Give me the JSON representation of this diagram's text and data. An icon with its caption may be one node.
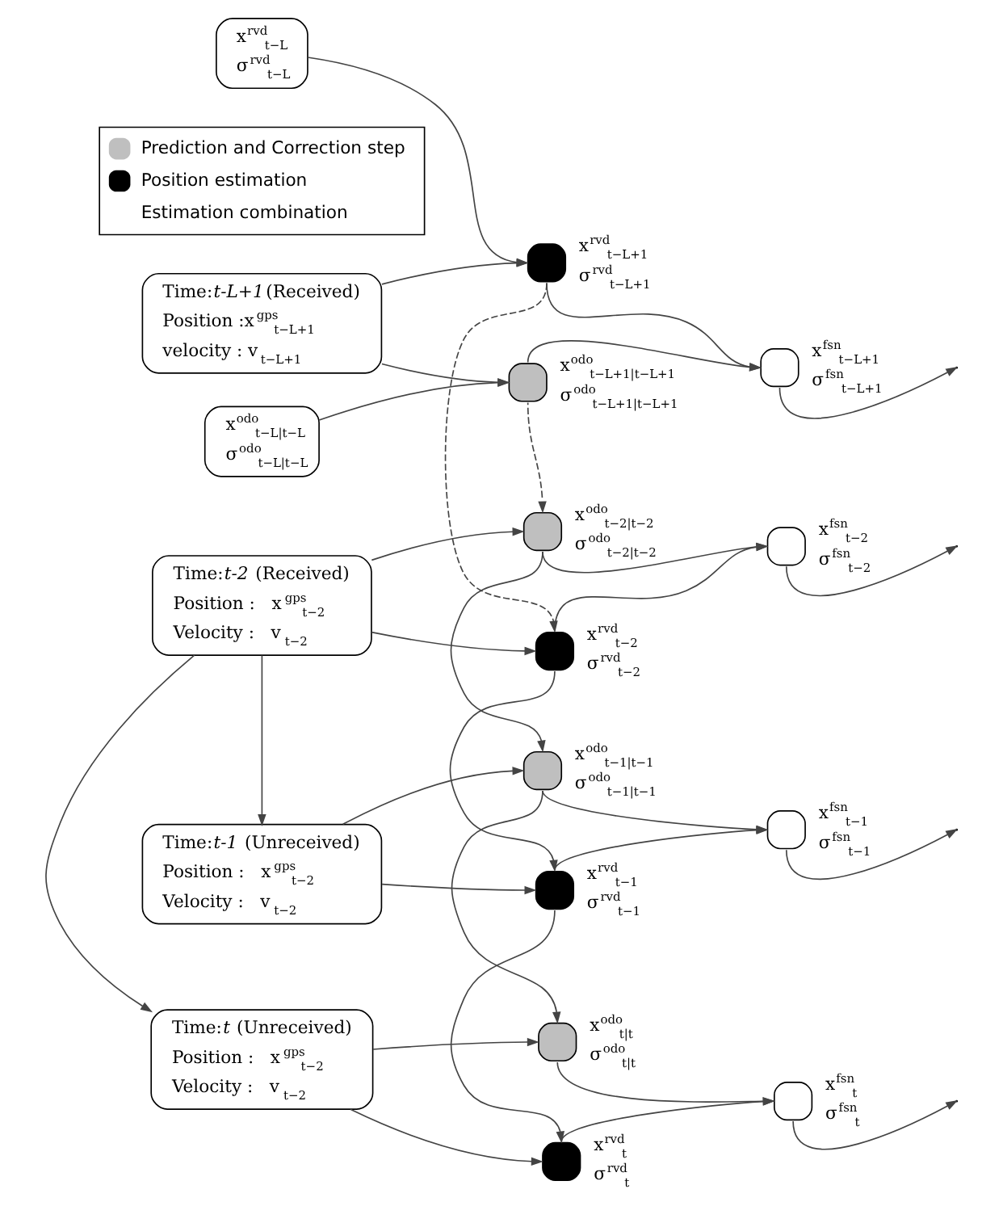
{
  "diagram": {
    "nodes": [
      {
        "text": [
          "x$^{rvd}$$_{t−L}$",
          "σ$^{rvd}$$_{t−L}$"
        ]
      },
      {
        "text": [
          "x$^{odo}$$_{t−L|t−L}$",
          "σ$^{odo}$$_{t−L|t−L}$"
        ]
      },
      {
        "text": [
          "Time:*t-L+1*(Received)",
          "Position :x$^{gps}$$_{t−L+1}$",
          "velocity : v$_{t−L+1}$"
        ]
      },
      {
        "text": [],
        "shape": "circle",
        "beside": [
          "x$^{odo}$$_{t−L+1|t−L+1}$",
          "σ$^{odo}$$_{t−L+1|t−L+1}$"
        ]
      },
      {
        "text": [],
        "shape": "circle",
        "beside": [
          "x$^{rvd}$$_{t−L+1}$",
          "σ$^{rvd}$$_{t−L+1}$"
        ]
      },
      {
        "text": [],
        "shape": "circle",
        "beside": [
          "x$^{fsn}$$_{t−L+1}$",
          "σ$^{fsn}$$_{t−L+1}$"
        ]
      },
      {
        "text": [
          "Time:*t-2* (Received)",
          "Position :   x$^{gps}$$_{t−2}$",
          "Velocity :   v$_{t−2}$"
        ]
      },
      {
        "text": [],
        "shape": "circle",
        "beside": [
          "x$^{odo}$$_{t−2|t−2}$",
          "σ$^{odo}$$_{t−2|t−2}$"
        ]
      },
      {
        "text": [],
        "shape": "circle",
        "beside": [
          "x$^{rvd}$$_{t−2}$",
          "σ$^{rvd}$$_{t−2}$"
        ]
      },
      {
        "text": [],
        "shape": "circle",
        "beside": [
          "x$^{fsn}$$_{t−2}$",
          "σ$^{fsn}$$_{t−2}$"
        ]
      },
      {
        "text": [
          "Time:*t-1* (Unreceived)",
          "Position :   x$^{gps}$$_{t−2}$",
          "Velocity :   v$_{t−2}$"
        ]
      },
      {
        "text": [],
        "shape": "circle",
        "beside": [
          "x$^{odo}$$_{t−1|t−1}$",
          "σ$^{odo}$$_{t−1|t−1}$"
        ]
      },
      {
        "text": [],
        "shape": "circle",
        "beside": [
          "x$^{rvd}$$_{t−1}$",
          "σ$^{rvd}$$_{t−1}$"
        ]
      },
      {
        "text": [],
        "shape": "circle",
        "beside": [
          "x$^{fsn}$$_{t−1}$",
          "σ$^{fsn}$$_{t−1}$"
        ]
      },
      {
        "text": [
          "Time:*t* (Unreceived)",
          "Position :   x$^{gps}$$_{t−2}$",
          "Velocity :   v$_{t−2}$"
        ]
      },
      {
        "text": [],
        "shape": "circle",
        "beside": [
          "x$^{odo}$$_{t|t}$",
          "σ$^{odo}$$_{t|t}$"
        ]
      },
      {
        "text": [],
        "shape": "circle",
        "beside": [
          "x$^{rvd}$$_{t}$",
          "σ$^{rvd}$$_{t}$"
        ]
      },
      {
        "text": [],
        "shape": "circle",
        "beside": [
          "x$^{fsn}$$_{t}$",
          "σ$^{fsn}$$_{t}$"
        ]
      }
    ],
    "edges": [
      {
        "from": 0,
        "to": 4,
        "arrow": "to"
      },
      {
        "from": 1,
        "to": 3,
        "arrow": "to"
      },
      {
        "from": 2,
        "to": 3,
        "arrow": "to"
      },
      {
        "from": 2,
        "to": 4,
        "arrow": "to"
      },
      {
        "from": 3,
        "to": 5,
        "arrow": "to"
      },
      {
        "from": 4,
        "to": 5,
        "arrow": "to"
      },
      {
        "from": 5,
        "to": null,
        "arrow": "to"
      },
      {
        "from": 3,
        "to": 7,
        "arrow": "to",
        "style": "dashed"
      },
      {
        "from": 4,
        "to": 8,
        "arrow": "to",
        "style": "dashed"
      },
      {
        "from": 6,
        "to": 7,
        "arrow": "to"
      },
      {
        "from": 6,
        "to": 8,
        "arrow": "to"
      },
      {
        "from": 6,
        "to": 10,
        "arrow": "to"
      },
      {
        "from": 6,
        "to": 14,
        "arrow": "to"
      },
      {
        "from": 7,
        "to": 9,
        "arrow": "to"
      },
      {
        "from": 8,
        "to": 9,
        "arrow": "to"
      },
      {
        "from": 9,
        "to": null,
        "arrow": "to"
      },
      {
        "from": 7,
        "to": 11,
        "arrow": "to"
      },
      {
        "from": 8,
        "to": 12,
        "arrow": "to"
      },
      {
        "from": 10,
        "to": 11,
        "arrow": "to"
      },
      {
        "from": 10,
        "to": 12,
        "arrow": "to"
      },
      {
        "from": 11,
        "to": 13,
        "arrow": "to"
      },
      {
        "from": 12,
        "to": 13,
        "arrow": "to"
      },
      {
        "from": 13,
        "to": null,
        "arrow": "to"
      },
      {
        "from": 11,
        "to": 15,
        "arrow": "to"
      },
      {
        "from": 12,
        "to": 16,
        "arrow": "to"
      },
      {
        "from": 14,
        "to": 15,
        "arrow": "to"
      },
      {
        "from": 14,
        "to": 16,
        "arrow": "to"
      },
      {
        "from": 15,
        "to": 17,
        "arrow": "to"
      },
      {
        "from": 16,
        "to": 17,
        "arrow": "to"
      },
      {
        "from": 17,
        "to": null,
        "arrow": "to"
      }
    ],
    "legend": [
      {
        "text": "Prediction and Correction step",
        "color": "#bfbfbf"
      },
      {
        "text": "Position estimation",
        "color": "#000000"
      },
      {
        "text": "Estimation combination",
        "color": "#ffffff"
      }
    ]
  }
}
